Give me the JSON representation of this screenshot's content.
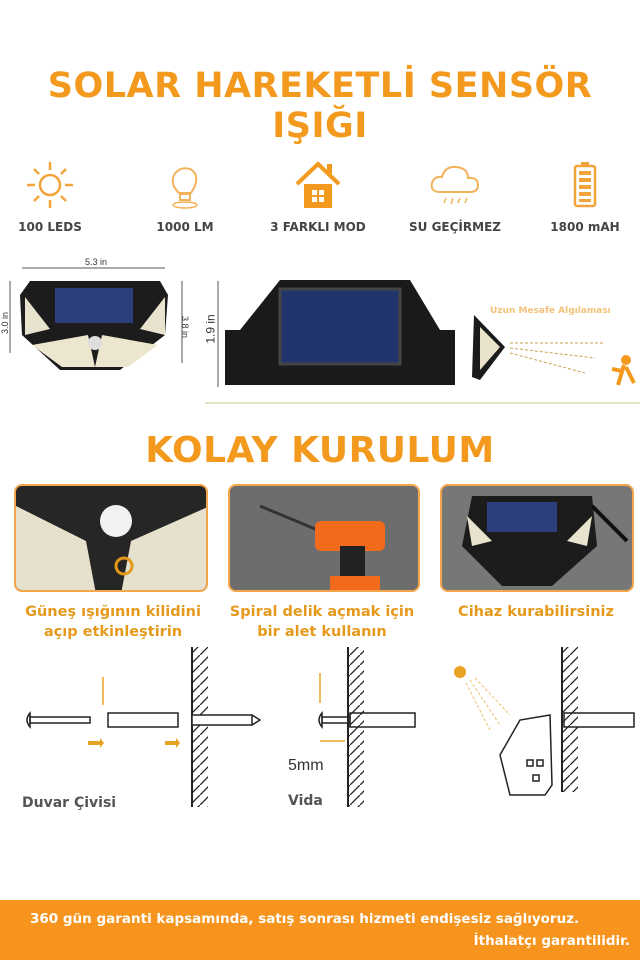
{
  "title": "SOLAR HAREKETLİ SENSÖR IŞIĞI",
  "features": [
    {
      "icon": "sun-icon",
      "label": "100 LEDS"
    },
    {
      "icon": "lightbulb-icon",
      "label": "1000 LM"
    },
    {
      "icon": "house-icon",
      "label": "3 FARKLI MOD"
    },
    {
      "icon": "rain-cloud-icon",
      "label": "SU GEÇİRMEZ"
    },
    {
      "icon": "battery-icon",
      "label": "1800 mAH"
    }
  ],
  "dimensions": {
    "width": "5.3 in",
    "height": "3.0 in",
    "depth": "3.8 in",
    "side": "1.9 in"
  },
  "sensor_label": "Uzun Mesafe Algılaması",
  "install_title": "KOLAY KURULUM",
  "steps": [
    {
      "caption_line1": "Güneş ışığının kilidini",
      "caption_line2": "açıp etkinleştirin"
    },
    {
      "caption_line1": "Spiral delik açmak için",
      "caption_line2": "bir alet kullanın"
    },
    {
      "caption_line1": "Cihaz kurabilirsiniz",
      "caption_line2": ""
    }
  ],
  "diagram": {
    "wall_plug_label": "Duvar Çivisi",
    "screw_label": "Vida",
    "hole_size": "5mm"
  },
  "footer": {
    "line1": "360 gün garanti kapsamında, satış sonrası hizmeti endişesiz sağlıyoruz.",
    "line2": "İthalatçı garantilidir."
  },
  "colors": {
    "accent": "#f39a1e",
    "footer_bg": "#f7941d"
  }
}
